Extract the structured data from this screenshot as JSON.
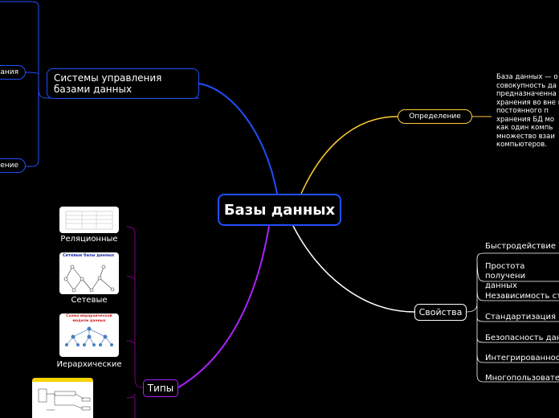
{
  "colors": {
    "background": "#000000",
    "center": "#1f4fff",
    "dbms_branch": "#1f4fff",
    "definition_branch": "#ffcc33",
    "properties_branch": "#ffffff",
    "types_branch": "#aa22ff",
    "types_leaf": "#800080"
  },
  "center": {
    "label": "Базы данных"
  },
  "dbms": {
    "label": "Системы управления базами данных",
    "children": [
      "зания",
      "ление"
    ]
  },
  "definition": {
    "label": "Определение",
    "text": "База данных — о совокупность да предназначенна хранения во вне и постоянного п хранения БД мо как один компь множество взаи компьютеров."
  },
  "properties": {
    "label": "Свойства",
    "items": [
      "Быстродействие",
      "Простота получени данных",
      "Независимость стр",
      "Стандартизация",
      "Безопасность данн",
      "Интегрированност",
      "Многопользовател"
    ]
  },
  "types": {
    "label": "Типы",
    "items": [
      {
        "caption": "Реляционные",
        "thumb_icon": "relational-table-image"
      },
      {
        "caption": "Сетевые",
        "thumb_icon": "network-graph-image",
        "thumb_title": "Сетевые базы данных"
      },
      {
        "caption": "Иерархические",
        "thumb_icon": "hierarchy-tree-image",
        "thumb_title": "Схема иерархической модели данных"
      },
      {
        "caption": "",
        "thumb_icon": "object-model-image"
      }
    ]
  }
}
